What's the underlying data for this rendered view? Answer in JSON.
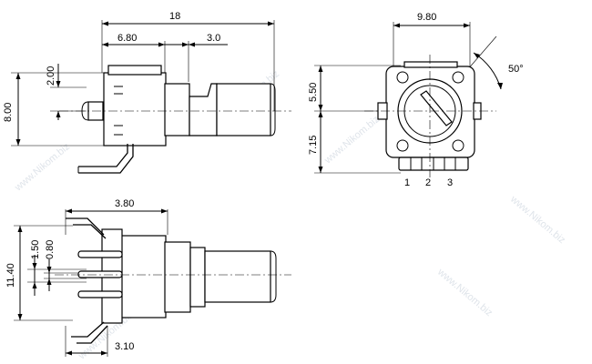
{
  "dimensions": {
    "overall_length": "18",
    "body_length": "6.80",
    "bushing_length": "3.0",
    "top_height": "8.00",
    "pin_offset": "2.00",
    "knob_width": "9.80",
    "angle": "50°",
    "upper_height": "5.50",
    "lower_height": "7.15",
    "pin_spacing": "3.80",
    "side_height": "11.40",
    "pin_width_a": "1.50",
    "pin_width_b": "0.80",
    "bottom_offset": "3.10"
  },
  "pins": [
    "1",
    "2",
    "3"
  ],
  "watermark": "www.Nikom.biz",
  "colors": {
    "line": "#000000",
    "watermark": "#dfe4ea",
    "background": "#ffffff"
  }
}
